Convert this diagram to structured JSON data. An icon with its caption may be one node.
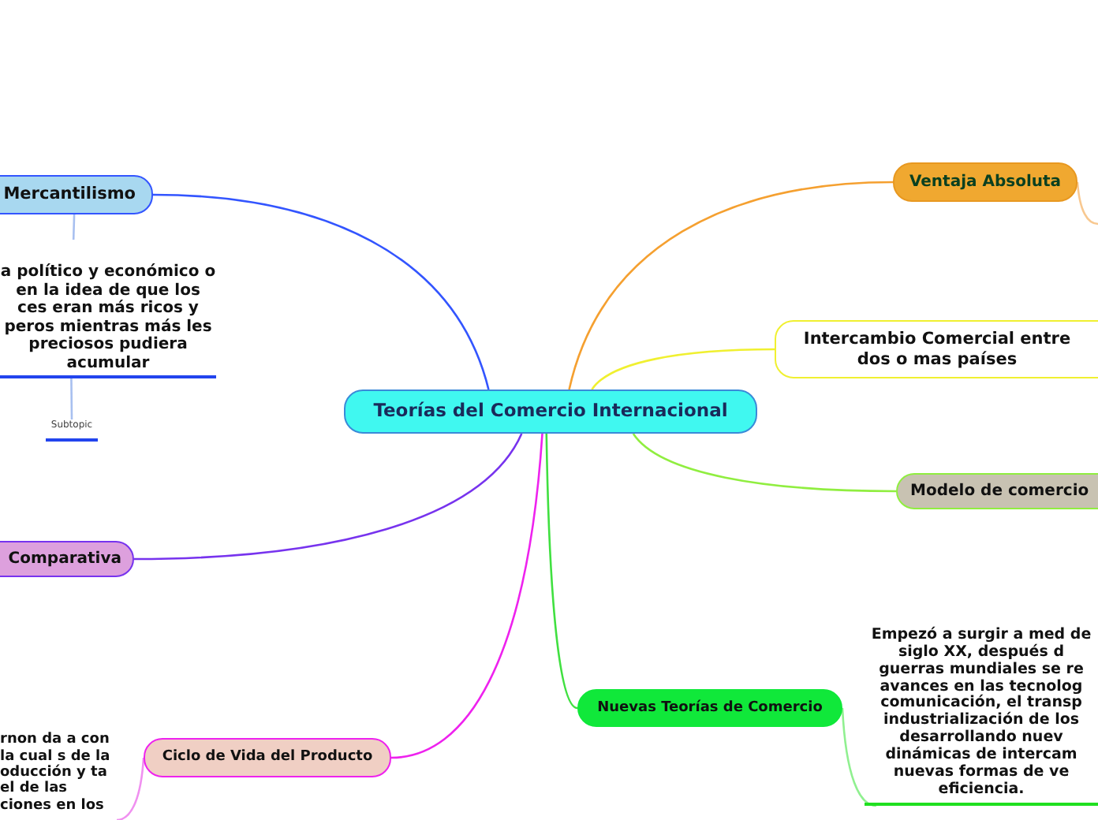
{
  "diagram": {
    "nodes": [
      {
        "text": [
          "Teorías del Comercio Internacional"
        ]
      },
      {
        "text": [
          "Mercantilismo"
        ]
      },
      {
        "text": [
          "a político y económico o en la idea de que los ces eran más ricos y peros mientras más les preciosos pudiera acumular"
        ]
      },
      {
        "text": [
          "Subtopic"
        ]
      },
      {
        "text": [
          "Comparativa"
        ]
      },
      {
        "text": [
          "Ciclo de Vida del Producto"
        ]
      },
      {
        "text": [
          "rnon da a con la cual s de la oducción y ta el de las ciones en los"
        ]
      },
      {
        "text": [
          "Ventaja Absoluta"
        ]
      },
      {
        "text": [
          "Intercambio Comercial entre dos o mas países"
        ]
      },
      {
        "text": [
          "Modelo de comercio"
        ]
      },
      {
        "text": [
          "Nuevas Teorías de Comercio"
        ]
      },
      {
        "text": [
          "Empezó a surgir a med de siglo XX, después d guerras mundiales se re avances en las tecnolog comunicación, el transp industrialización de los desarrollando nuev dinámicas de intercam nuevas formas de ve eficiencia."
        ]
      }
    ],
    "edges": [
      {
        "from": 0,
        "to": 1,
        "arrow": "none",
        "color": "#3355ff"
      },
      {
        "from": 1,
        "to": 2,
        "arrow": "none",
        "color": "#a8c0f0"
      },
      {
        "from": 2,
        "to": 3,
        "arrow": "none",
        "color": "#a8c0f0"
      },
      {
        "from": 0,
        "to": 7,
        "arrow": "none",
        "color": "#f5a030"
      },
      {
        "from": 7,
        "to": null,
        "arrow": "none",
        "color": "#f8c890"
      },
      {
        "from": 0,
        "to": 8,
        "arrow": "none",
        "color": "#f0f030"
      },
      {
        "from": 0,
        "to": 9,
        "arrow": "none",
        "color": "#90ee40"
      },
      {
        "from": 0,
        "to": 10,
        "arrow": "none",
        "color": "#40e040"
      },
      {
        "from": 10,
        "to": 11,
        "arrow": "none",
        "color": "#90f090"
      },
      {
        "from": 0,
        "to": 5,
        "arrow": "none",
        "color": "#ee22ee"
      },
      {
        "from": 5,
        "to": 6,
        "arrow": "none",
        "color": "#f090f0"
      },
      {
        "from": 0,
        "to": 4,
        "arrow": "none",
        "color": "#7733ee"
      }
    ]
  }
}
